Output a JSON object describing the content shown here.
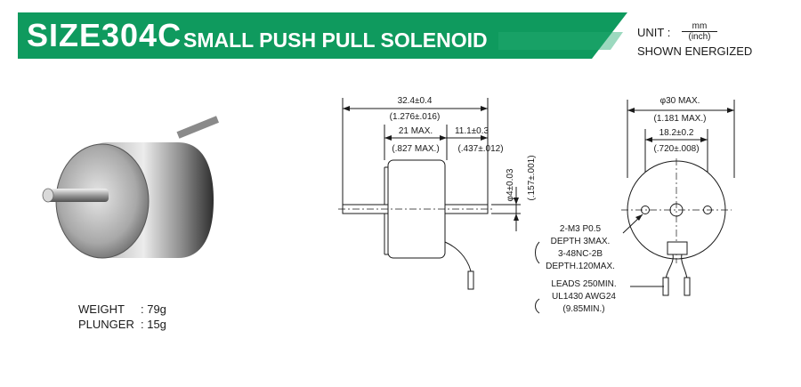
{
  "header": {
    "code": "SIZE304C",
    "name": "SMALL PUSH PULL SOLENOID",
    "banner_color": "#0f9a5e",
    "unit_label": "UNIT :",
    "unit_numerator": "mm",
    "unit_denominator": "(inch)",
    "shown_state": "SHOWN ENERGIZED"
  },
  "specs": [
    {
      "key": "WEIGHT",
      "value": ": 79g"
    },
    {
      "key": "PLUNGER",
      "value": ": 15g"
    }
  ],
  "side_view": {
    "overall_length": "32.4±0.4",
    "overall_length_in": "(1.276±.016)",
    "body_length": "21 MAX.",
    "body_length_in": "(.827 MAX.)",
    "plunger_stroke": "11.1±0.3",
    "plunger_stroke_in": "(.437±.012)",
    "shaft_diameter": "φ4±0.03",
    "shaft_diameter_in": "(.157±.001)"
  },
  "end_view": {
    "outer_diameter": "φ30 MAX.",
    "outer_diameter_in": "(1.181 MAX.)",
    "hole_spacing": "18.2±0.2",
    "hole_spacing_in": "(.720±.008)",
    "thread_1": "2-M3 P0.5",
    "thread_1_depth": "DEPTH 3MAX.",
    "thread_2": "3-48NC-2B",
    "thread_2_depth": "DEPTH.120MAX.",
    "leads_1": "LEADS 250MIN.",
    "leads_2": "UL1430 AWG24",
    "leads_in": "(9.85MIN.)"
  }
}
